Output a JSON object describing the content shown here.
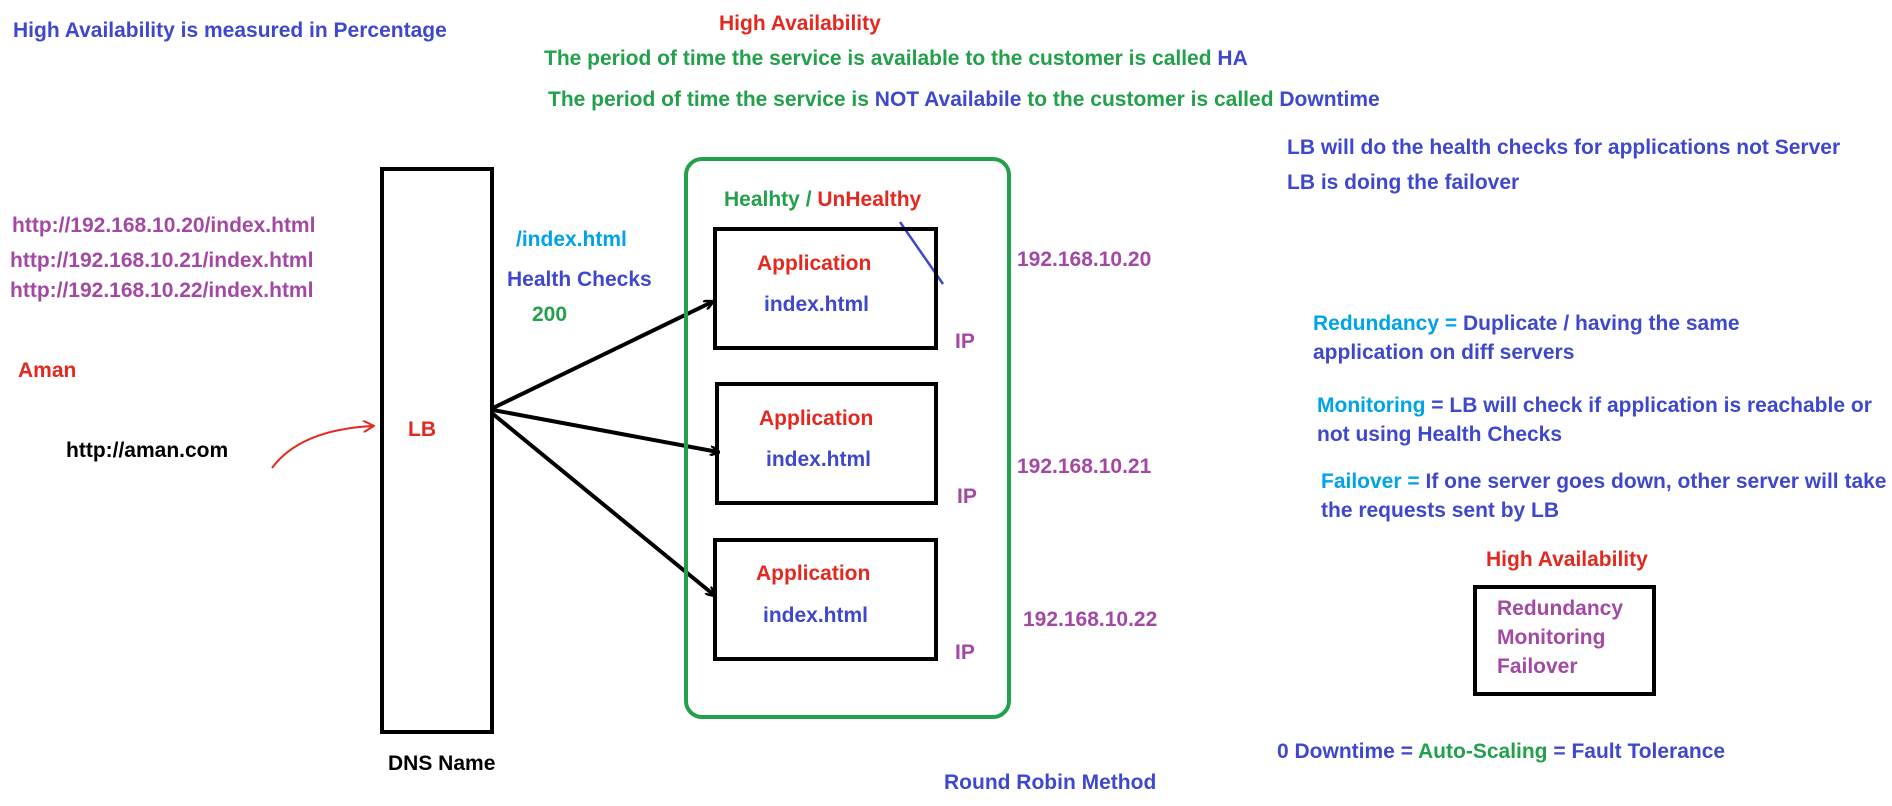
{
  "header": {
    "measured": "High Availability is measured in Percentage",
    "title": "High Availability",
    "ha_def_prefix": "The period of time the service is available to the customer is called",
    "ha_def_term": "HA",
    "down_def_prefix": "The period of time the service is",
    "down_def_not": "NOT Availabile",
    "down_def_mid": "to the customer is called",
    "down_def_term": "Downtime"
  },
  "left": {
    "urls": [
      "http://192.168.10.20/index.html",
      "http://192.168.10.21/index.html",
      "http://192.168.10.22/index.html"
    ],
    "user": "Aman",
    "domain": "http://aman.com"
  },
  "lb": {
    "label": "LB",
    "caption": "DNS Name"
  },
  "health": {
    "path": "/index.html",
    "label": "Health Checks",
    "code": "200"
  },
  "group": {
    "healthy": "Healhty",
    "sep": " / ",
    "unhealthy": "UnHealthy",
    "footer": "Round Robin Method"
  },
  "apps": [
    {
      "name": "Application",
      "file": "index.html",
      "ip": "192.168.10.20",
      "ip_tag": "IP"
    },
    {
      "name": "Application",
      "file": "index.html",
      "ip": "192.168.10.21",
      "ip_tag": "IP"
    },
    {
      "name": "Application",
      "file": "index.html",
      "ip": "192.168.10.22",
      "ip_tag": "IP"
    }
  ],
  "notes": {
    "lb_health": "LB will do the health checks for applications not Server",
    "lb_failover": "LB is doing the failover",
    "redundancy_term": "Redundancy",
    "redundancy_eq": " = ",
    "redundancy_l1": "Duplicate / having the same",
    "redundancy_l2": "application on diff servers",
    "monitoring_term": "Monitoring",
    "monitoring_l1": " = LB will check if application is reachable or",
    "monitoring_l2": "not using Health Checks",
    "failover_term": "Failover",
    "failover_eq": " = ",
    "failover_l1": "If one server goes down, other server will take",
    "failover_l2": "the requests sent by LB"
  },
  "summary": {
    "title": "High Availability",
    "items": [
      "Redundancy",
      "Monitoring",
      "Failover"
    ]
  },
  "bottom": {
    "zero_down": "0 Downtime",
    "eq": " = ",
    "autoscaling": "Auto-Scaling",
    "fault": "Fault Tolerance"
  }
}
